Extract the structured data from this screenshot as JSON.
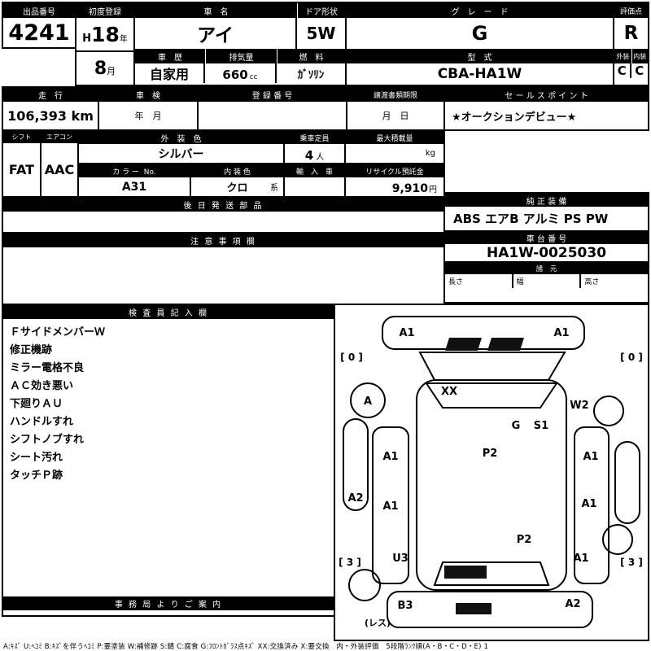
{
  "top": {
    "auction_label": "出品番号",
    "auction_no": "4241",
    "firstreg_label": "初度登録",
    "era": "H",
    "year": "18",
    "year_u": "年",
    "month": "8",
    "month_u": "月",
    "name_label": "車　名",
    "name": "アイ",
    "door_label": "ドア形状",
    "door": "5W",
    "grade_label": "グ　レ　ー　ド",
    "grade": "G",
    "score_label": "評価点",
    "score": "R",
    "history_label": "車　歴",
    "history": "自家用",
    "disp_label": "排気量",
    "disp": "660",
    "disp_u": "cc",
    "fuel_label": "燃　料",
    "fuel": "ｶﾞｿﾘﾝ",
    "model_label": "型　式",
    "model": "CBA-HA1W",
    "ext_label": "外装",
    "int_label": "内装",
    "ext": "C",
    "int": "C"
  },
  "reg": {
    "mileage_label": "走　行",
    "mileage": "106,393 km",
    "inspect_label": "車　検",
    "inspect": "年　月",
    "regno_label": "登 録 番 号",
    "transfer_label": "譲渡書類期限",
    "transfer": "月　日",
    "sales_label": "セ ー ル ス ポ イ ン ト",
    "sales": "★オークションデビュー★"
  },
  "spec": {
    "shift_label": "シフト",
    "shift": "FAT",
    "ac_label": "エアコン",
    "ac": "AAC",
    "extcolor_label": "外　装　色",
    "extcolor": "シルバー",
    "cap_label": "乗車定員",
    "cap": "4",
    "cap_u": "人",
    "load_label": "最大積載量",
    "load_u": "kg",
    "colorno_label": "カ ラ ー  No.",
    "colorno": "A31",
    "intcolor_label": "内 装 色",
    "intcolor": "クロ",
    "intcolor_u": "系",
    "import_label": "輸　入　車",
    "recycle_label": "リサイクル預託金",
    "recycle": "9,910",
    "recycle_u": "円"
  },
  "mid": {
    "later_label": "後 日 発 送 部 品",
    "equip_label": "純 正 装 備",
    "equip": "ABS エアB アルミ PS PW",
    "notes_label": "注 意 事 項 欄",
    "chassis_label": "車 台 番 号",
    "chassis": "HA1W-0025030",
    "dims_label": "諸　元",
    "len_label": "長さ",
    "wid_label": "幅",
    "hgt_label": "高さ"
  },
  "inspector": {
    "label": "検 査 員 記 入 欄",
    "items": [
      "ＦサイドメンバーＷ",
      "修正機跡",
      "ミラー電格不良",
      "ＡＣ効き悪い",
      "下廻りＡＵ",
      "ハンドルすれ",
      "シフトノブすれ",
      "シート汚れ",
      "タッチＰ跡"
    ],
    "office_label": "事 務 局 よ り ご 案 内"
  },
  "diagram": {
    "labels": [
      "A1",
      "A1",
      "[ 0 ]",
      "[ 0 ]",
      "XX",
      "A",
      "W2",
      "G",
      "S1",
      "A1",
      "P2",
      "A1",
      "A2",
      "A1",
      "A1",
      "U3",
      "P2",
      "A1",
      "[ 3 ]",
      "[ 3 ]",
      "B3",
      "A2",
      "(レス)"
    ]
  },
  "legend": "A:ｷｽﾞ U:ﾍｺﾐ B:ｷｽﾞを伴うﾍｺﾐ P:要塗装 W:補修跡 S:錆 C:腐食 G:ﾌﾛﾝﾄｶﾞﾗｽ点ｷｽﾞ XX:交換済み X:要交換　内・外装評価　5段階ﾗﾝｸ順(A・B・C・D・E) 1"
}
